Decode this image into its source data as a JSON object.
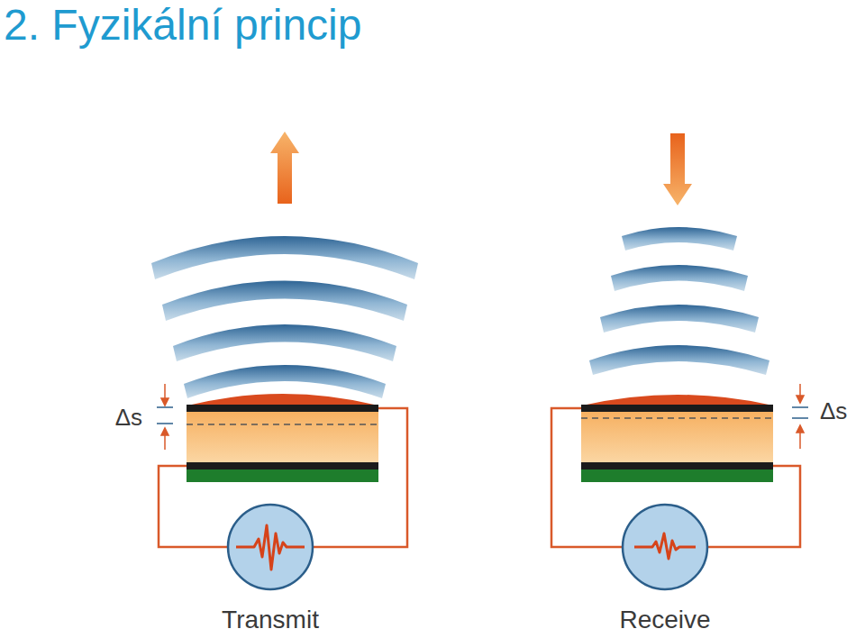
{
  "diagram": {
    "title": "2. Fyzikální princip",
    "labels": [
      "Δs",
      "Transmit",
      "Δs",
      "Receive"
    ]
  }
}
